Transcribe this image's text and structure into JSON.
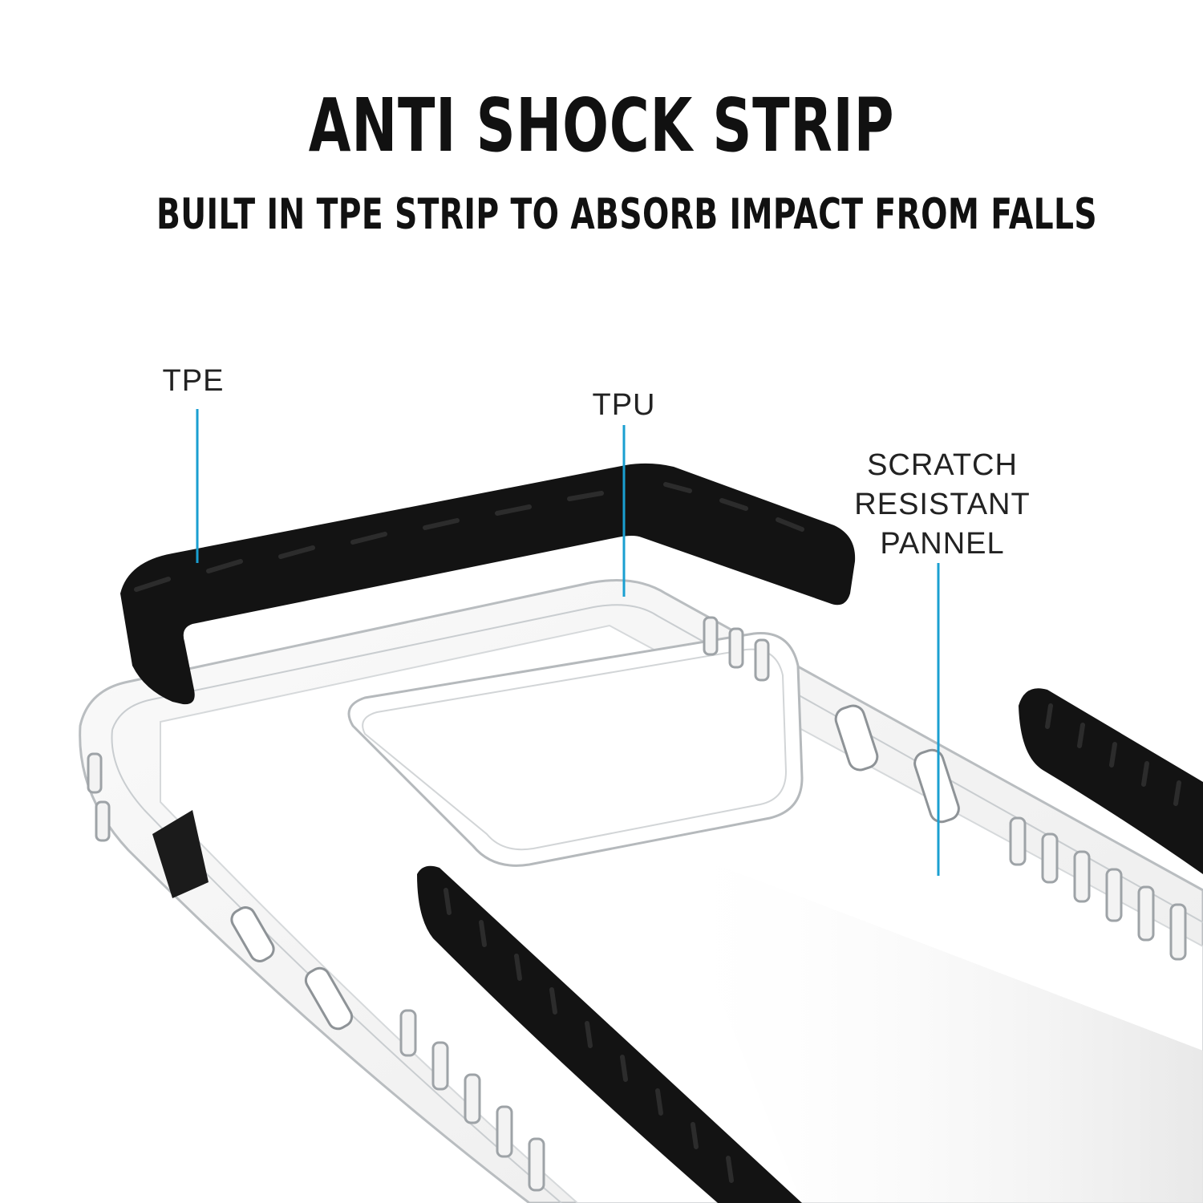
{
  "header": {
    "title": "ANTI SHOCK STRIP",
    "subtitle": "BUILT IN TPE STRIP TO ABSORB IMPACT FROM FALLS"
  },
  "callouts": {
    "tpe": "TPE",
    "tpu": "TPU",
    "scratch_line1": "SCRATCH",
    "scratch_line2": "RESISTANT",
    "scratch_line3": "PANNEL"
  },
  "colors": {
    "leader": "#1a9fd1",
    "strip": "#111111",
    "case_outline": "#bfc3c6",
    "text": "#111111"
  }
}
